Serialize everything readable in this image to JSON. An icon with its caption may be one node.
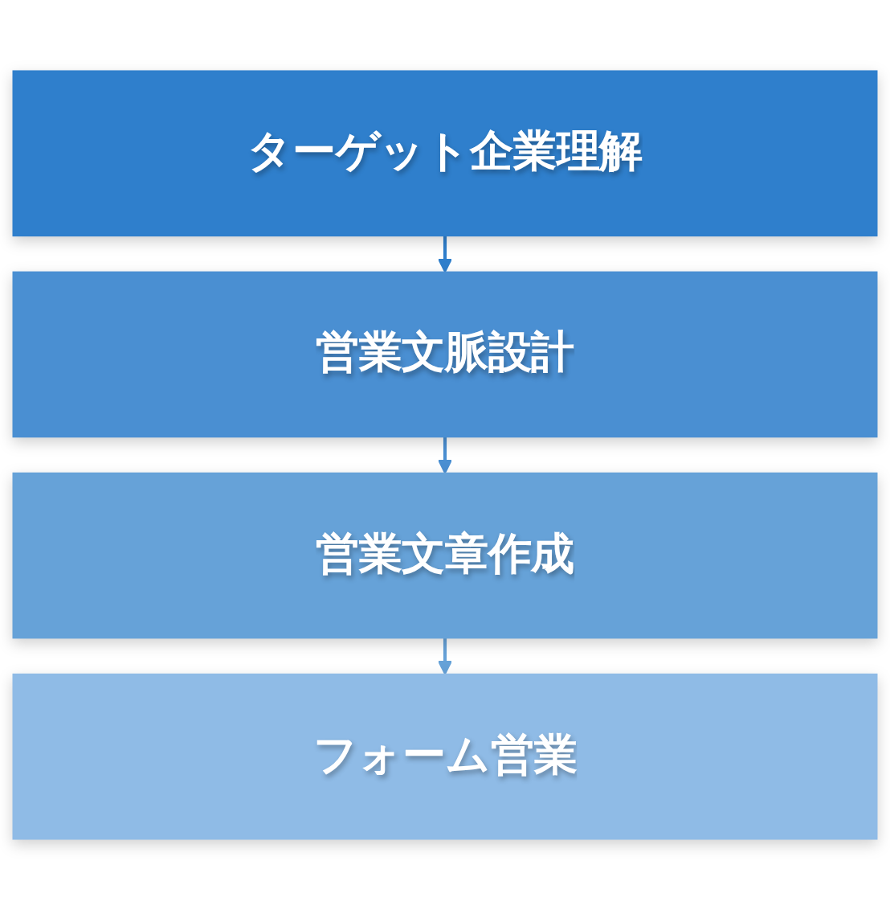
{
  "diagram": {
    "nodes": [
      {
        "text": [
          "ターゲット企業理解"
        ]
      },
      {
        "text": [
          "営業文脈設計"
        ]
      },
      {
        "text": [
          "営業文章作成"
        ]
      },
      {
        "text": [
          "フォーム営業"
        ]
      }
    ],
    "edges": [
      {
        "from": 0,
        "to": 1,
        "arrow": "to"
      },
      {
        "from": 1,
        "to": 2,
        "arrow": "to"
      },
      {
        "from": 2,
        "to": 3,
        "arrow": "to"
      }
    ]
  }
}
